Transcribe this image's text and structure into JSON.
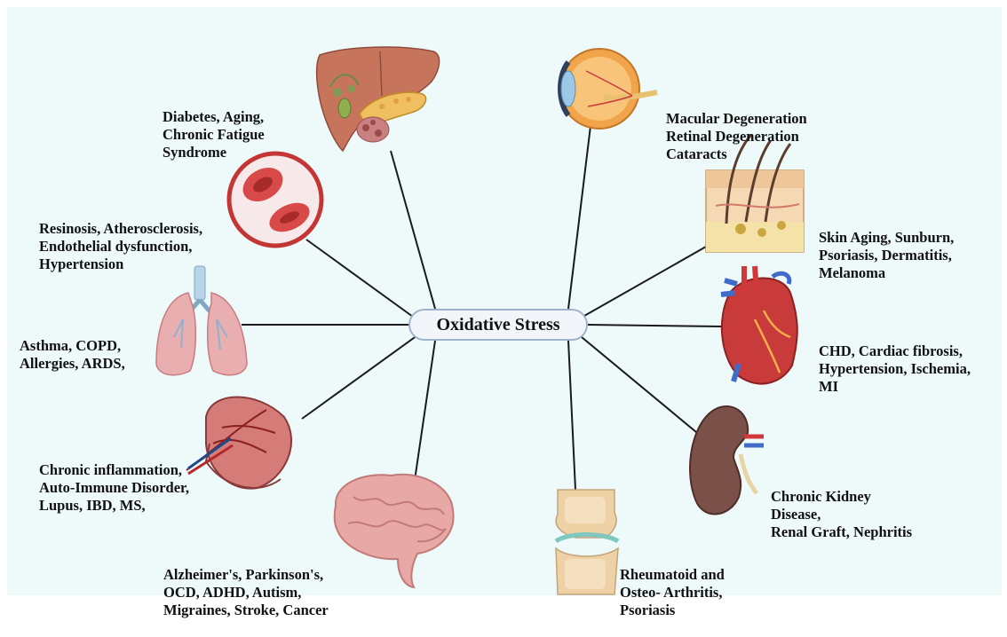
{
  "center": {
    "label": "Oxidative Stress"
  },
  "organs": {
    "liver": {
      "icon": "liver-pancreas-icon",
      "lines": [
        "Diabetes, Aging,",
        "Chronic Fatigue",
        "Syndrome"
      ]
    },
    "blood": {
      "icon": "red-blood-cell-icon",
      "lines": [
        "Resinosis, Atherosclerosis,",
        "Endothelial dysfunction,",
        "Hypertension"
      ]
    },
    "lungs": {
      "icon": "lungs-icon",
      "lines": [
        "Asthma, COPD,",
        "Allergies, ARDS,"
      ]
    },
    "tissue": {
      "icon": "vascular-tissue-icon",
      "lines": [
        "Chronic inflammation,",
        "Auto-Immune Disorder,",
        "Lupus, IBD, MS,"
      ]
    },
    "brain": {
      "icon": "brain-icon",
      "lines": [
        "Alzheimer's, Parkinson's,",
        "OCD, ADHD, Autism,",
        "Migraines, Stroke, Cancer"
      ]
    },
    "joint": {
      "icon": "joint-icon",
      "lines": [
        "Rheumatoid and",
        "Osteo- Arthritis,",
        "Psoriasis"
      ]
    },
    "kidney": {
      "icon": "kidney-icon",
      "lines": [
        "Chronic Kidney",
        "Disease,",
        "Renal Graft, Nephritis"
      ]
    },
    "heart": {
      "icon": "heart-icon",
      "lines": [
        "CHD, Cardiac fibrosis,",
        "Hypertension, Ischemia,",
        "MI"
      ]
    },
    "skin": {
      "icon": "skin-section-icon",
      "lines": [
        "Skin Aging, Sunburn,",
        "Psoriasis, Dermatitis,",
        "Melanoma"
      ]
    },
    "eye": {
      "icon": "eye-icon",
      "lines": [
        "Macular Degeneration",
        "Retinal Degeneration",
        "Cataracts"
      ]
    }
  },
  "colors": {
    "background": "#eefafa",
    "connector": "#1a1a1a",
    "center_border": "#9fb3cc"
  }
}
